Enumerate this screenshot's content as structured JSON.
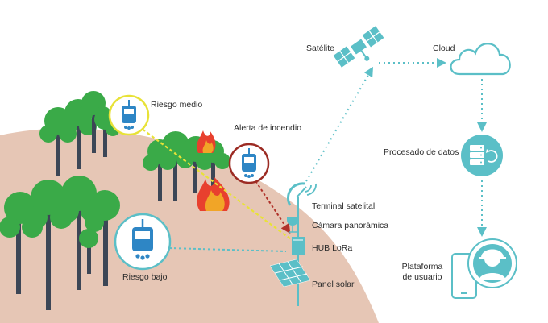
{
  "labels": {
    "satellite": "Satélite",
    "cloud": "Cloud",
    "risk_medium": "Riesgo medio",
    "fire_alert": "Alerta de incendio",
    "satellite_terminal": "Terminal satelital",
    "panoramic_camera": "Cámara panorámica",
    "hub_lora": "HUB LoRa",
    "solar_panel": "Panel solar",
    "risk_low": "Riesgo bajo",
    "data_processing": "Procesado de datos",
    "user_platform_line1": "Plataforma",
    "user_platform_line2": "de usuario"
  },
  "colors": {
    "ground": "#e6c6b5",
    "tree_canopy": "#3aaa48",
    "tree_trunk": "#3c4656",
    "teal": "#5bbfc7",
    "sensor_ring_medium": "#e8e237",
    "sensor_ring_alert": "#9c2b23",
    "sensor_ring_low": "#5bbfc7",
    "sensor_body": "#2e86c5",
    "flame_outer": "#e8402e",
    "flame_inner": "#f1a527",
    "link_medium": "#e8e237",
    "link_alert": "#b0322a",
    "link_low": "#5bbfc7"
  },
  "icons": [
    "satellite-icon",
    "cloud-icon",
    "server-icon",
    "sync-icon",
    "smartphone-icon",
    "user-avatar-icon",
    "sensor-icon",
    "fire-icon",
    "antenna-dish-icon",
    "camera-icon",
    "solar-panel-icon",
    "tree-icon"
  ]
}
